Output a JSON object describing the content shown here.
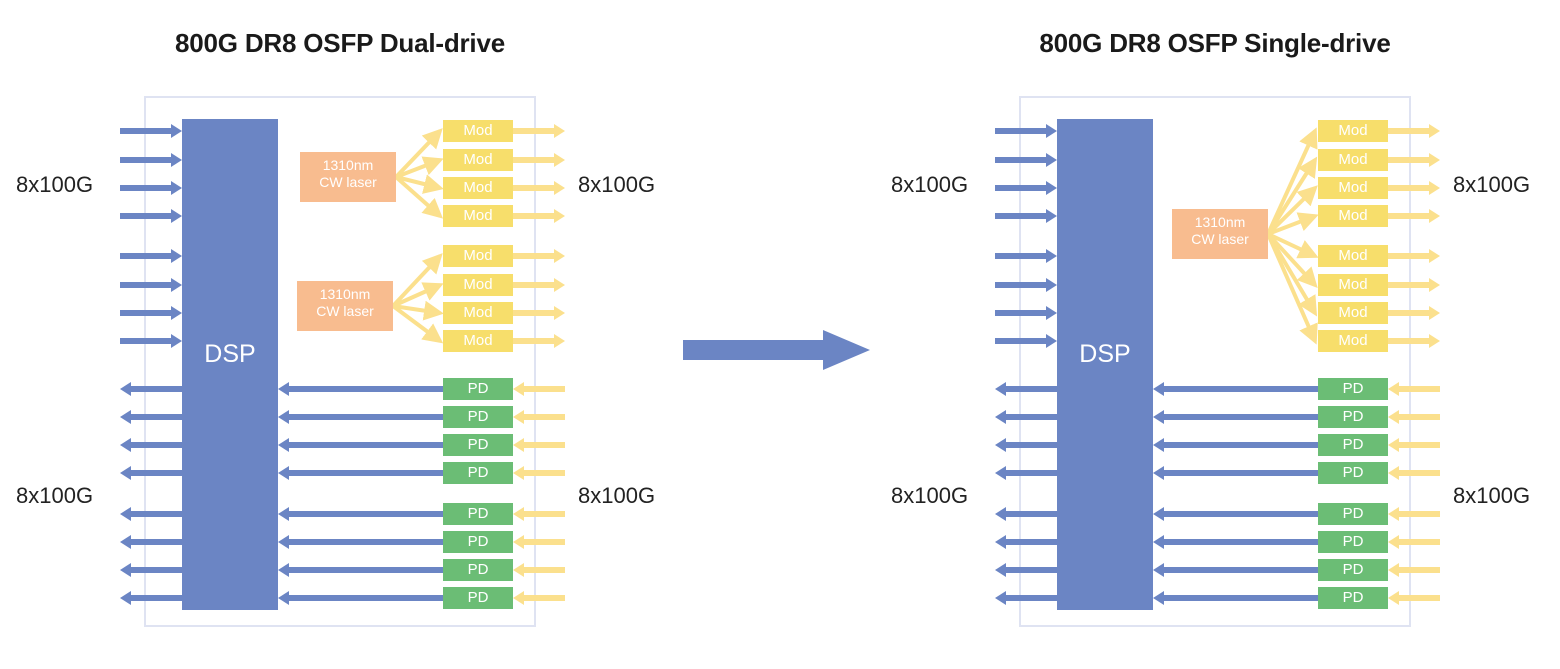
{
  "diagram": {
    "type": "block-diagram",
    "topic": "800G DR8 OSFP optical module architectures",
    "panels": [
      {
        "id": "dual-drive",
        "title": "800G DR8 OSFP Dual-drive",
        "dsp_label": "DSP",
        "laser_count": 2,
        "lasers": [
          {
            "line1": "1310nm",
            "line2": "CW laser",
            "feeds_mods": 4
          },
          {
            "line1": "1310nm",
            "line2": "CW laser",
            "feeds_mods": 4
          }
        ],
        "mod_label": "Mod",
        "mod_count": 8,
        "pd_label": "PD",
        "pd_count": 8,
        "labels": {
          "tx_in": "8x100G",
          "tx_out": "8x100G",
          "rx_out": "8x100G",
          "rx_in": "8x100G"
        }
      },
      {
        "id": "single-drive",
        "title": "800G DR8 OSFP Single-drive",
        "dsp_label": "DSP",
        "laser_count": 1,
        "lasers": [
          {
            "line1": "1310nm",
            "line2": "CW laser",
            "feeds_mods": 8
          }
        ],
        "mod_label": "Mod",
        "mod_count": 8,
        "pd_label": "PD",
        "pd_count": 8,
        "labels": {
          "tx_in": "8x100G",
          "tx_out": "8x100G",
          "rx_out": "8x100G",
          "rx_in": "8x100G"
        }
      }
    ],
    "transition": {
      "direction": "right",
      "meaning": "evolution-from-dual-to-single-drive"
    },
    "colors": {
      "dsp_blue": "#6b85c4",
      "laser_orange": "#f8bc8f",
      "mod_yellow": "#f7de6b",
      "pd_green": "#6bbd75",
      "optical_arrow": "#fbe08d",
      "module_border": "#dfe3f2",
      "text_dark": "#1a1a1a",
      "background": "#ffffff"
    }
  }
}
